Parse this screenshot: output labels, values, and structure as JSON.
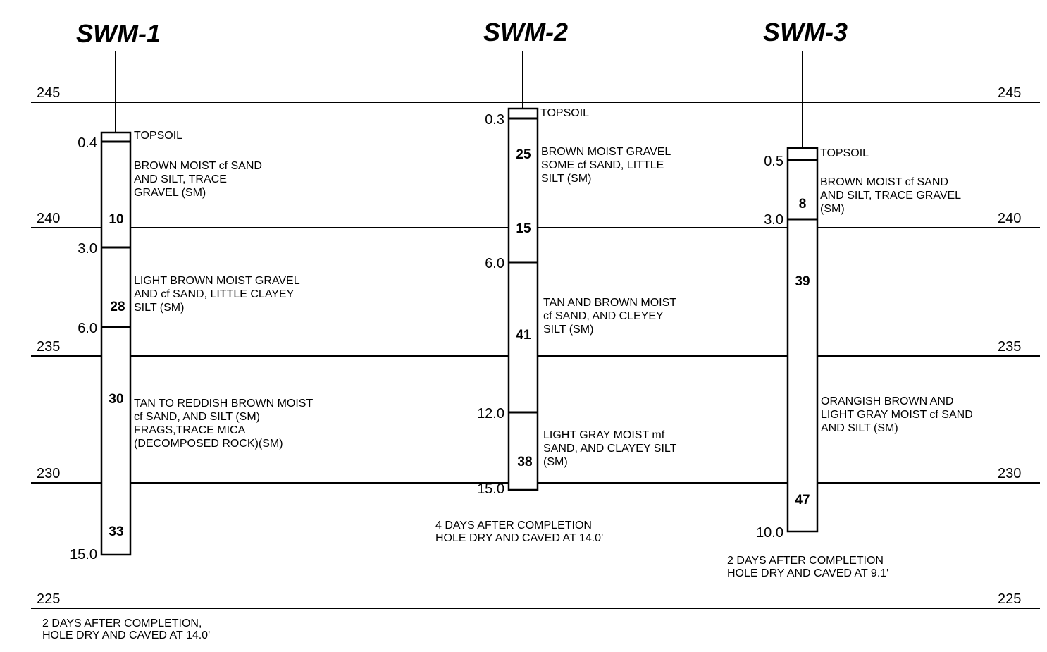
{
  "elevation_lines": [
    {
      "label": "245"
    },
    {
      "label": "240"
    },
    {
      "label": "235"
    },
    {
      "label": "230"
    },
    {
      "label": "225"
    }
  ],
  "borings": [
    {
      "name": "SWM-1",
      "depths": [
        "0.4",
        "3.0",
        "6.0",
        "15.0"
      ],
      "blow_counts": [
        "10",
        "28",
        "30",
        "33"
      ],
      "descriptions": [
        [
          "TOPSOIL"
        ],
        [
          "BROWN MOIST cf SAND",
          "AND SILT, TRACE",
          "GRAVEL (SM)"
        ],
        [
          "LIGHT BROWN MOIST GRAVEL",
          "AND cf SAND, LITTLE CLAYEY",
          "SILT (SM)"
        ],
        [
          "TAN TO REDDISH BROWN MOIST",
          "cf SAND, AND SILT (SM)",
          "FRAGS,TRACE MICA",
          "(DECOMPOSED ROCK)(SM)"
        ]
      ],
      "note": [
        "2 DAYS AFTER COMPLETION,",
        "HOLE DRY AND CAVED AT 14.0'"
      ]
    },
    {
      "name": "SWM-2",
      "depths": [
        "0.3",
        "6.0",
        "12.0",
        "15.0"
      ],
      "blow_counts": [
        "25",
        "15",
        "41",
        "38"
      ],
      "descriptions": [
        [
          "TOPSOIL"
        ],
        [
          "BROWN MOIST GRAVEL",
          "SOME cf SAND, LITTLE",
          "SILT (SM)"
        ],
        [
          "TAN AND BROWN MOIST",
          "cf SAND, AND CLEYEY",
          "SILT (SM)"
        ],
        [
          "LIGHT GRAY MOIST mf",
          "SAND, AND CLAYEY SILT",
          "(SM)"
        ]
      ],
      "note": [
        "4 DAYS AFTER COMPLETION",
        "HOLE DRY AND CAVED AT 14.0'"
      ]
    },
    {
      "name": "SWM-3",
      "depths": [
        "0.5",
        "3.0",
        "10.0"
      ],
      "blow_counts": [
        "8",
        "39",
        "47"
      ],
      "descriptions": [
        [
          "TOPSOIL"
        ],
        [
          "BROWN MOIST cf SAND",
          "AND SILT, TRACE GRAVEL",
          "(SM)"
        ],
        [
          "ORANGISH BROWN AND",
          "LIGHT GRAY MOIST cf SAND",
          "AND SILT (SM)"
        ]
      ],
      "note": [
        "2 DAYS AFTER COMPLETION",
        "HOLE DRY AND CAVED AT 9.1'"
      ]
    }
  ]
}
